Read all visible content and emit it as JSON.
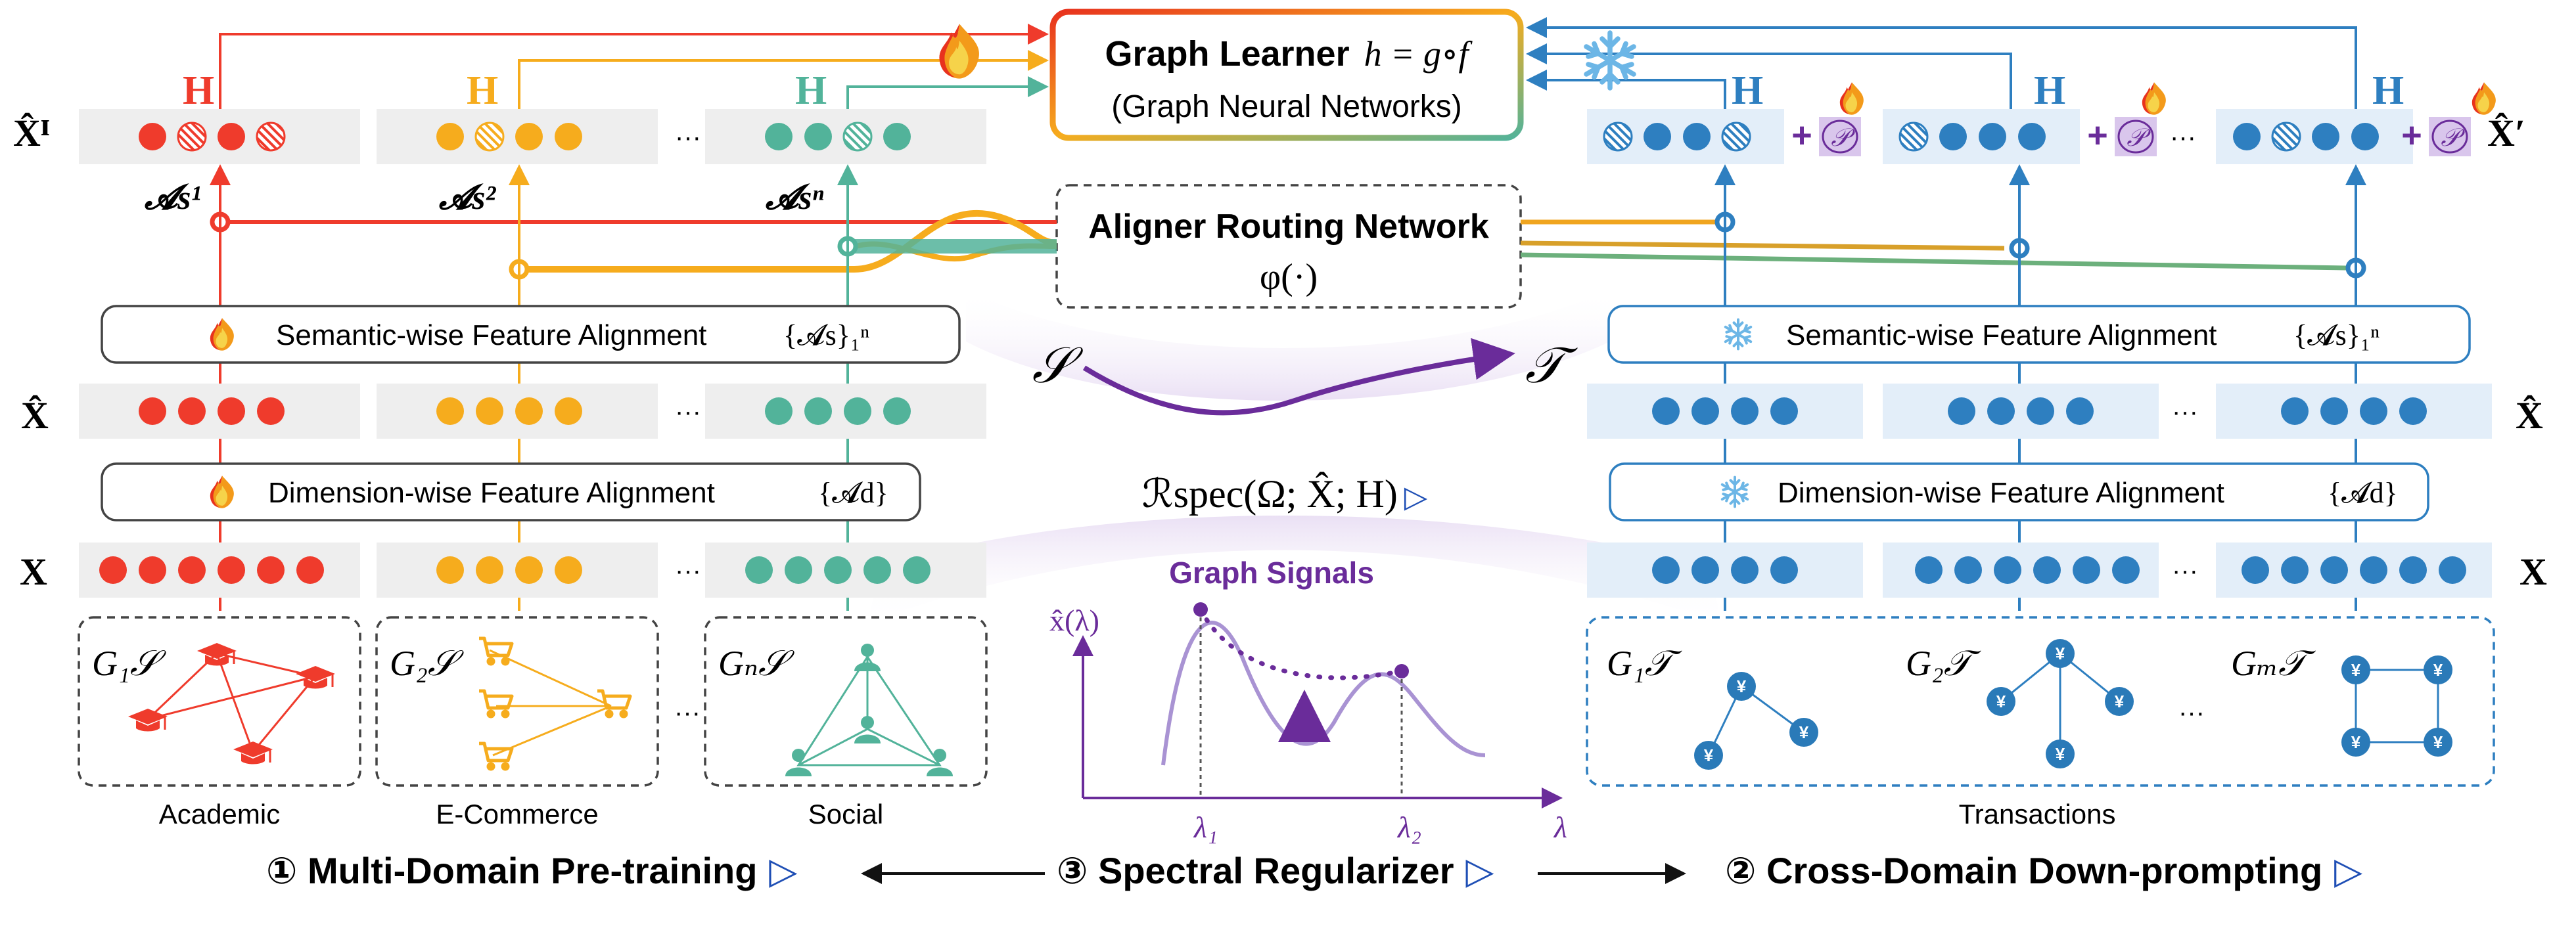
{
  "graph_learner": {
    "title": "Graph Learner",
    "formula": "h = g∘f",
    "subtitle": "(Graph Neural Networks)"
  },
  "router": {
    "title": "Aligner Routing Network",
    "formula": "φ(·)"
  },
  "source": {
    "prompted_label": "X̂ᴵ",
    "aligned_label": "X̂",
    "raw_label": "X",
    "h_label": "H",
    "semantic_label": "Semantic-wise Feature Alignment",
    "semantic_formula": "{𝓐s}₁ⁿ",
    "dimension_label": "Dimension-wise Feature Alignment",
    "dimension_formula": "{𝓐d}",
    "ellipsis": "···",
    "aligner_labels": [
      "𝓐s¹",
      "𝓐s²",
      "𝓐sⁿ"
    ],
    "graph_labels": [
      "G₁𝒮",
      "G₂𝒮",
      "Gₙ𝒮"
    ],
    "domains": [
      "Academic",
      "E-Commerce",
      "Social"
    ]
  },
  "target": {
    "prompted_label": "X̂′",
    "aligned_label": "X̂",
    "raw_label": "X",
    "h_label": "H",
    "prompt_symbol": "𝒫",
    "plus": "+",
    "semantic_label": "Semantic-wise Feature Alignment",
    "semantic_formula": "{𝓐s}₁ⁿ",
    "dimension_label": "Dimension-wise Feature Alignment",
    "dimension_formula": "{𝓐d}",
    "ellipsis": "···",
    "graph_labels": [
      "G₁𝒯",
      "G₂𝒯",
      "Gₘ𝒯"
    ],
    "domain": "Transactions"
  },
  "regularizer": {
    "source_symbol": "𝒮",
    "target_symbol": "𝒯",
    "formula": "ℛspec(Ω; X̂; H)",
    "signals_title": "Graph Signals",
    "y_axis": "x̂(λ)",
    "lambda1": "λ₁",
    "lambda2": "λ₂",
    "x_axis": "λ"
  },
  "bottom": {
    "step1": "① Multi-Domain Pre-training",
    "step3": "③ Spectral Regularizer",
    "step2": "② Cross-Domain Down-prompting",
    "play": "▷"
  },
  "colors": {
    "red": "#ef3b2c",
    "orange": "#f6ac1d",
    "teal": "#52b39a",
    "blue": "#2e7fc0",
    "purple": "#6a2c9a",
    "row_gray": "#eeeeee",
    "row_blue": "#e3eef9"
  },
  "icons": [
    "fire-icon",
    "snowflake-icon",
    "graduation-cap-icon",
    "cart-icon",
    "person-icon",
    "yuan-coin-icon",
    "play-triangle-icon"
  ]
}
